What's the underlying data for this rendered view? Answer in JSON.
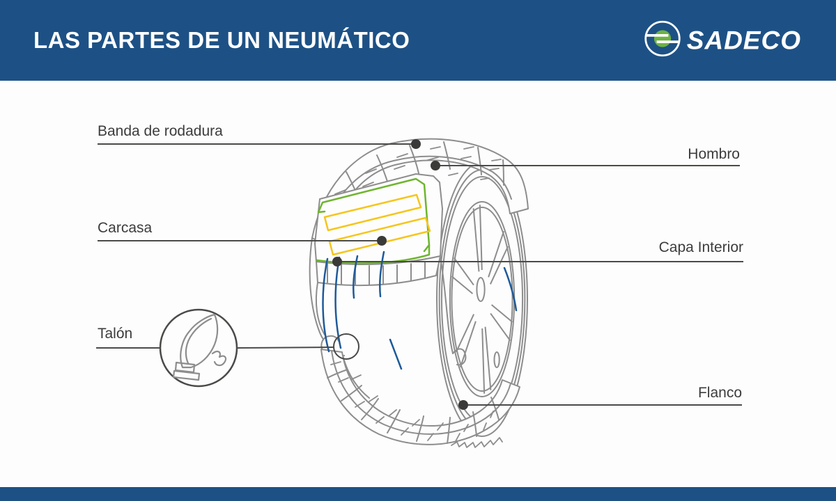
{
  "header": {
    "title": "LAS PARTES DE UN NEUMÁTICO",
    "bg_color": "#1d5185",
    "logo": {
      "brand": "SADECO",
      "emblem_green": "#6db33f"
    }
  },
  "diagram": {
    "subject": "tire-cutaway-illustration",
    "labels": [
      {
        "text": "Banda de rodadura",
        "side": "left"
      },
      {
        "text": "Hombro",
        "side": "right"
      },
      {
        "text": "Carcasa",
        "side": "left"
      },
      {
        "text": "Capa Interior",
        "side": "right"
      },
      {
        "text": "Talón",
        "side": "left"
      },
      {
        "text": "Flanco",
        "side": "right"
      }
    ],
    "colors": {
      "outline_gray": "#8d8d8d",
      "belt_green": "#6fb52f",
      "ply_yellow": "#f6c51d",
      "cord_blue": "#1e5a99",
      "leader_line": "#4a4a48",
      "label_text": "#3c3c3c"
    }
  },
  "footer": {
    "bg_color": "#1d5185"
  }
}
